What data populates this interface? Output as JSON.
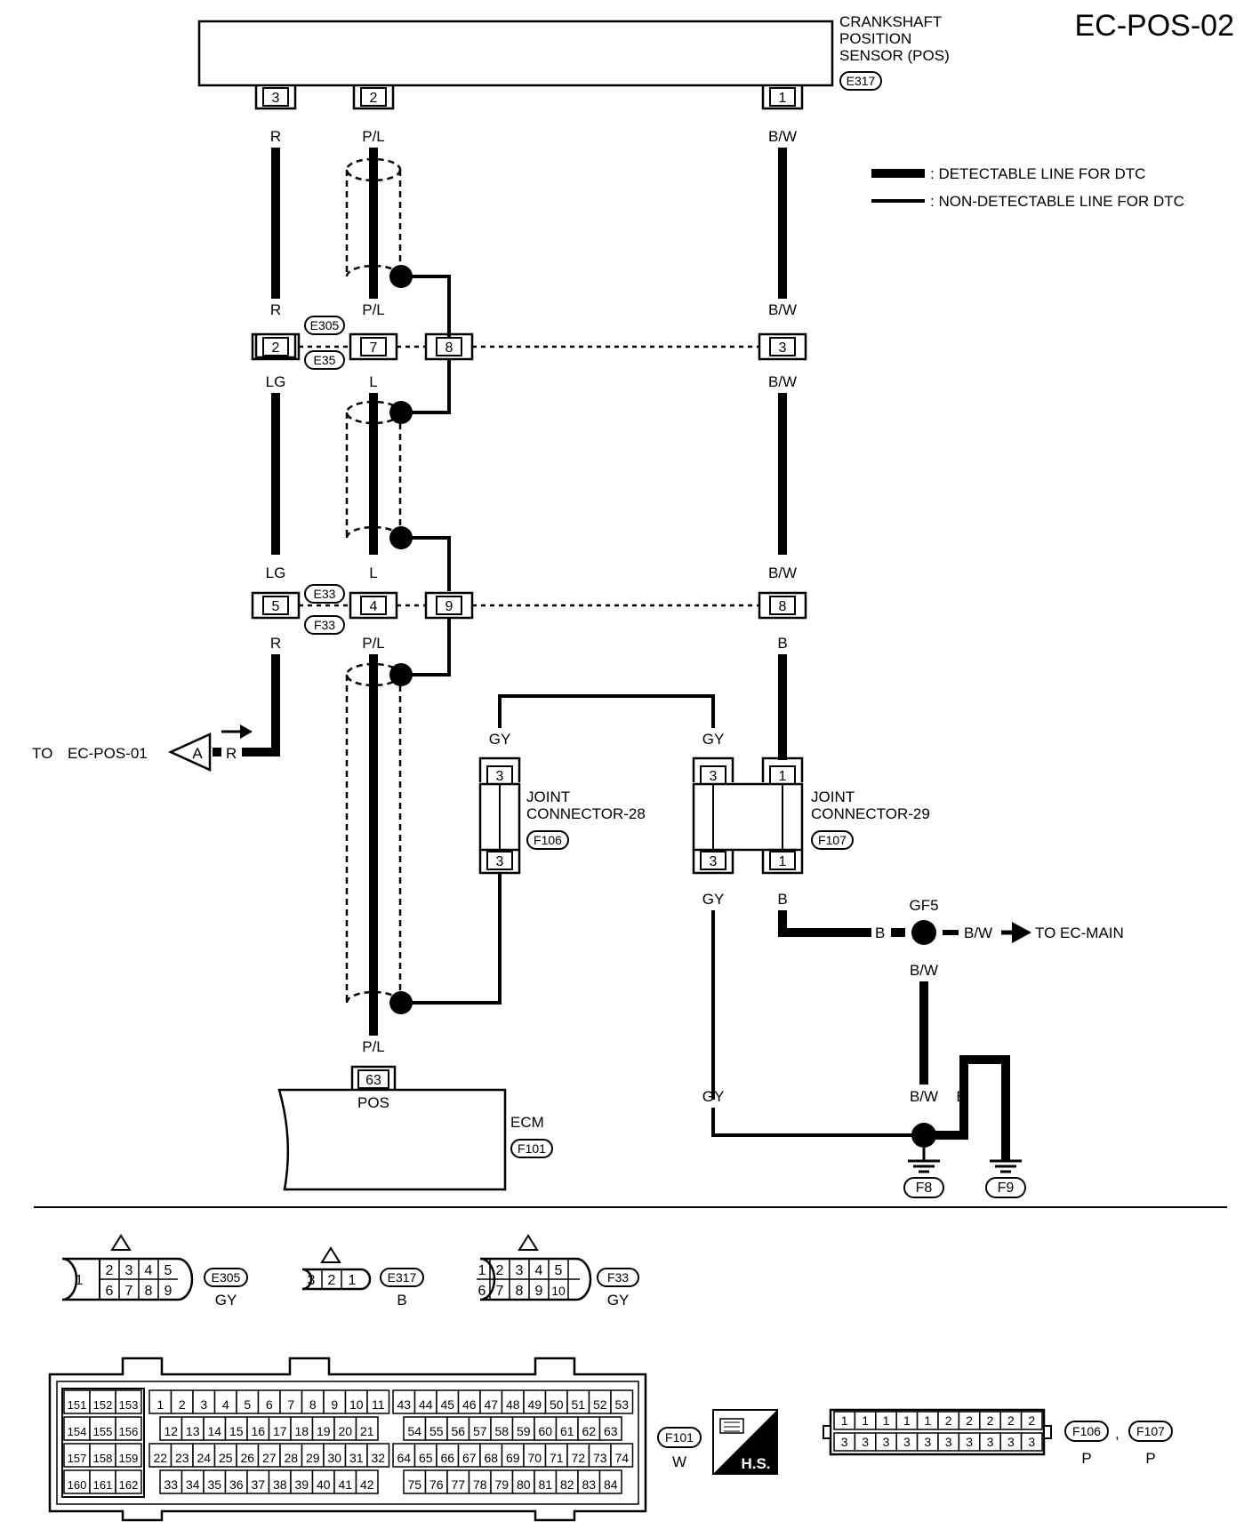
{
  "page_code": "EC-POS-02",
  "legend": {
    "detectable": ": DETECTABLE LINE FOR DTC",
    "non_detectable": ": NON-DETECTABLE LINE FOR DTC"
  },
  "sensor": {
    "name_l1": "CRANKSHAFT",
    "name_l2": "POSITION",
    "name_l3": "SENSOR (POS)",
    "connector": "E317",
    "pins": [
      "3",
      "2",
      "1"
    ]
  },
  "wires": {
    "r": "R",
    "pl": "P/L",
    "bw": "B/W",
    "lg": "LG",
    "l": "L",
    "b": "B",
    "gy": "GY"
  },
  "junction1": {
    "conn_top": "E305",
    "conn_bot": "E35",
    "pins": [
      "2",
      "7",
      "8",
      "3"
    ]
  },
  "junction2": {
    "conn_top": "E33",
    "conn_bot": "F33",
    "pins": [
      "5",
      "4",
      "9",
      "8"
    ]
  },
  "offpage": {
    "to_prefix": "TO",
    "target": "EC-POS-01",
    "tag": "A",
    "wire": "R"
  },
  "jc28": {
    "l1": "JOINT",
    "l2": "CONNECTOR-28",
    "conn": "F106",
    "pin_top": "3",
    "pin_bot": "3"
  },
  "jc29": {
    "l1": "JOINT",
    "l2": "CONNECTOR-29",
    "conn": "F107",
    "pins_top": [
      "3",
      "1"
    ],
    "pins_bot": [
      "3",
      "1"
    ]
  },
  "ground": {
    "splice": "GF5",
    "to_main": "TO EC-MAIN",
    "f8": "F8",
    "f9": "F9"
  },
  "ecm": {
    "label": "ECM",
    "conn": "F101",
    "pin": "63",
    "pin_name": "POS"
  },
  "connector_views": {
    "e305": {
      "id": "E305",
      "color": "GY",
      "cells_top": [
        "2",
        "3",
        "4",
        "5"
      ],
      "cells_bot": [
        "6",
        "7",
        "8",
        "9"
      ],
      "big": "1"
    },
    "e317": {
      "id": "E317",
      "color": "B",
      "cells": [
        "3",
        "2",
        "1"
      ]
    },
    "f33": {
      "id": "F33",
      "color": "GY",
      "cells_top": [
        "1",
        "2",
        "3",
        "4",
        "5"
      ],
      "cells_bot": [
        "6",
        "7",
        "8",
        "9",
        "10"
      ]
    },
    "f101": {
      "id": "F101",
      "color": "W"
    },
    "hs": "H.S.",
    "f106": {
      "id": "F106",
      "color": "P"
    },
    "f107": {
      "id": "F107",
      "color": "P"
    },
    "sep": ",",
    "jc_top": [
      "1",
      "1",
      "1",
      "1",
      "1",
      "2",
      "2",
      "2",
      "2",
      "2"
    ],
    "jc_bot": [
      "3",
      "3",
      "3",
      "3",
      "3",
      "3",
      "3",
      "3",
      "3",
      "3"
    ],
    "ecm_left": [
      [
        "151",
        "152",
        "153"
      ],
      [
        "154",
        "155",
        "156"
      ],
      [
        "157",
        "158",
        "159"
      ],
      [
        "160",
        "161",
        "162"
      ]
    ],
    "ecm_mid": [
      [
        "1",
        "2",
        "3",
        "4",
        "5",
        "6",
        "7",
        "8",
        "9",
        "10",
        "11"
      ],
      [
        "12",
        "13",
        "14",
        "15",
        "16",
        "17",
        "18",
        "19",
        "20",
        "21"
      ],
      [
        "22",
        "23",
        "24",
        "25",
        "26",
        "27",
        "28",
        "29",
        "30",
        "31",
        "32"
      ],
      [
        "33",
        "34",
        "35",
        "36",
        "37",
        "38",
        "39",
        "40",
        "41",
        "42"
      ]
    ],
    "ecm_right": [
      [
        "43",
        "44",
        "45",
        "46",
        "47",
        "48",
        "49",
        "50",
        "51",
        "52",
        "53"
      ],
      [
        "54",
        "55",
        "56",
        "57",
        "58",
        "59",
        "60",
        "61",
        "62",
        "63"
      ],
      [
        "64",
        "65",
        "66",
        "67",
        "68",
        "69",
        "70",
        "71",
        "72",
        "73",
        "74"
      ],
      [
        "75",
        "76",
        "77",
        "78",
        "79",
        "80",
        "81",
        "82",
        "83",
        "84"
      ]
    ]
  }
}
